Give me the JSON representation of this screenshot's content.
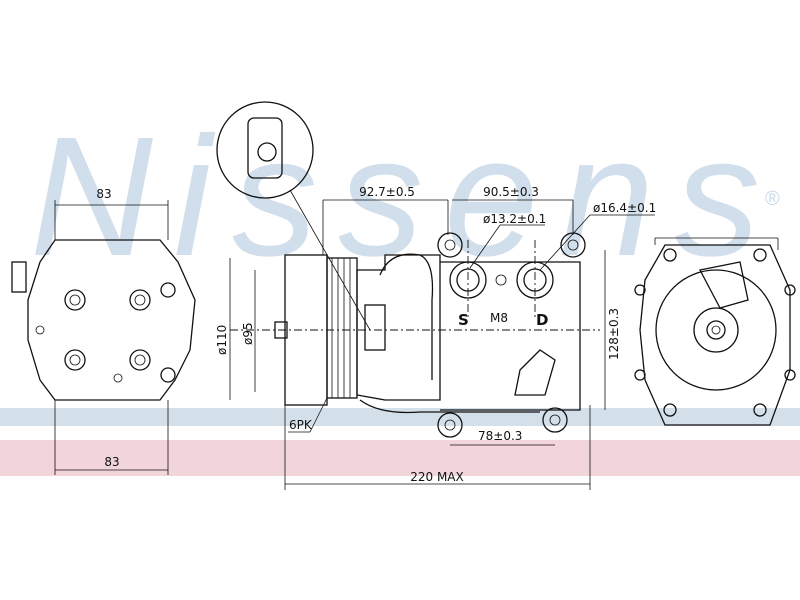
{
  "watermark": {
    "brand": "Nissens",
    "registered": "®",
    "band_colors": {
      "blue": "#d3e0ea",
      "pink": "#f2d5da"
    }
  },
  "dimensions": {
    "left_top_width": "83",
    "left_bottom_width": "83",
    "pulley_outer": "ø110",
    "pulley_inner": "ø95",
    "belt": "6PK",
    "span_a": "92.7±0.5",
    "span_b": "90.5±0.3",
    "suction_port": "ø13.2±0.1",
    "discharge_port": "ø16.4±0.1",
    "height": "128±0.3",
    "mount_spacing": "78±0.3",
    "overall_length": "220 MAX",
    "thread": "M8"
  },
  "port_labels": {
    "suction": "S",
    "discharge": "D"
  }
}
